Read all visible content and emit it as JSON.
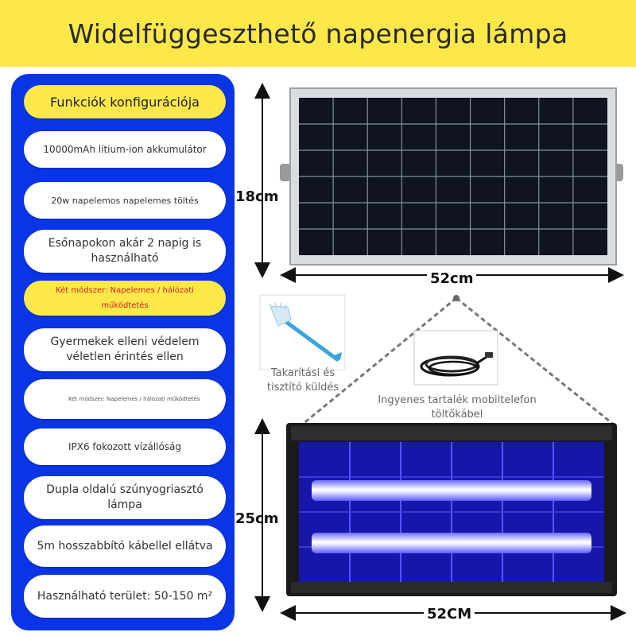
{
  "title": "Widelfüggeszthető napenergia lámpa",
  "features": {
    "header": "Funkciók konfigurációja",
    "items": [
      "10000mAh lítium-ion akkumulátor",
      "20w napelemos napelemes töltés",
      "Esőnapokon akár 2 napig is használható",
      "Két módszer: Napelemes / hálózati működtetés",
      "Gyermekek elleni védelem véletlen érintés ellen",
      "Két módszer: Napelemes / hálózati működtetés",
      "IPX6 fokozott vízállóság",
      "Dupla oldalú szúnyogriasztó lámpa",
      "5m hosszabbító kábellel ellátva",
      "Használható terület: 50-150 m²"
    ]
  },
  "dimensions": {
    "solar_height": "18cm",
    "solar_width": "52cm",
    "lamp_height": "25cm",
    "lamp_width": "52CM"
  },
  "accessories": {
    "brush_caption": "Takarítási és tisztító küldés",
    "cable_caption": "Ingyenes tartalék mobiltelefon töltőkábel"
  },
  "colors": {
    "title_bg": "#fde84a",
    "panel_bg": "#0a35e6",
    "uv_light": "#3b3bff"
  }
}
